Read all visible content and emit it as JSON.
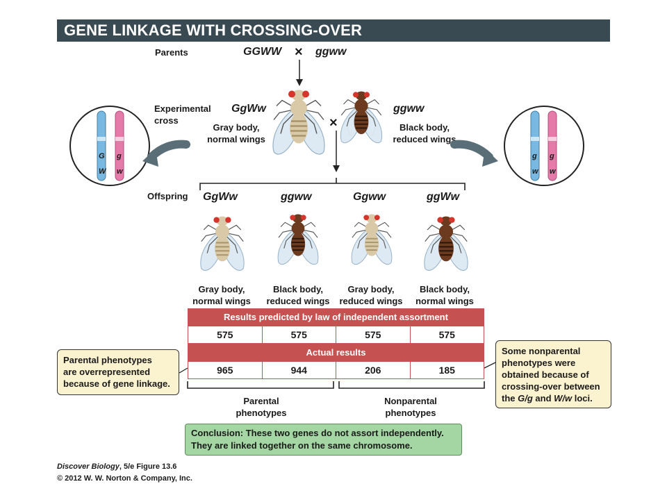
{
  "title": "GENE LINKAGE WITH CROSSING-OVER",
  "parents": {
    "label": "Parents",
    "left": "GGWW",
    "cross": "×",
    "right": "ggww"
  },
  "experimental_cross": {
    "label_line1": "Experimental",
    "label_line2": "cross",
    "cross": "×",
    "left": {
      "genotype": "GgWw",
      "line1": "Gray body,",
      "line2": "normal wings"
    },
    "right": {
      "genotype": "ggww",
      "line1": "Black body,",
      "line2": "reduced wings"
    },
    "left_chromosomes": [
      "G",
      "W",
      "g",
      "w"
    ],
    "right_chromosomes": [
      "g",
      "w",
      "g",
      "w"
    ]
  },
  "offspring": {
    "label": "Offspring",
    "items": [
      {
        "genotype": "GgWw",
        "line1": "Gray body,",
        "line2": "normal wings"
      },
      {
        "genotype": "ggww",
        "line1": "Black body,",
        "line2": "reduced wings"
      },
      {
        "genotype": "Ggww",
        "line1": "Gray body,",
        "line2": "reduced wings"
      },
      {
        "genotype": "ggWw",
        "line1": "Black body,",
        "line2": "normal wings"
      }
    ]
  },
  "table": {
    "predicted_header": "Results predicted by law of independent assortment",
    "predicted": [
      "575",
      "575",
      "575",
      "575"
    ],
    "actual_header": "Actual results",
    "actual": [
      "965",
      "944",
      "206",
      "185"
    ]
  },
  "notes": {
    "left": [
      "Parental phenotypes",
      "are overrepresented",
      "because of gene linkage."
    ],
    "right": [
      "Some nonparental",
      "phenotypes were",
      "obtained because of",
      "crossing-over between"
    ],
    "right_last": {
      "pre": "the ",
      "g1": "G/g",
      "mid": " and ",
      "g2": "W/w",
      "post": " loci."
    }
  },
  "groups": {
    "parental": [
      "Parental",
      "phenotypes"
    ],
    "nonparental": [
      "Nonparental",
      "phenotypes"
    ]
  },
  "conclusion": {
    "bold": "Conclusion:",
    "line1": " These two genes do not assort independently.",
    "line2": "They are linked together on the same chromosome."
  },
  "footer": {
    "book": "Discover Biology",
    "edition": ", 5/e  Figure 13.6",
    "copyright": "© 2012 W. W. Norton & Company, Inc."
  },
  "colors": {
    "banner": "#3a4a52",
    "table_red": "#c55151",
    "note_yellow": "#fbf2cf",
    "conclusion_green": "#a4d6a3",
    "chrom_blue": "#79b8e0",
    "chrom_pink": "#e57ba8",
    "gray_fly": "#d9c9a6",
    "black_fly": "#6b3a1f"
  }
}
